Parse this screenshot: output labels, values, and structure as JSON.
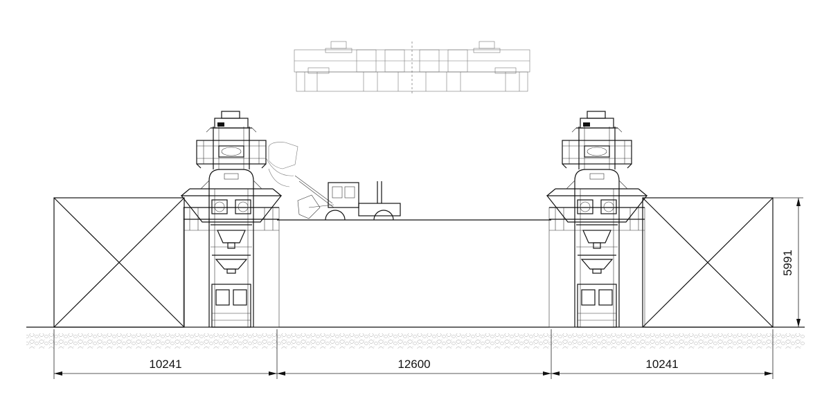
{
  "dimensions": {
    "left_width": "10241",
    "center_width": "12600",
    "right_width": "10241",
    "height": "5991"
  },
  "colors": {
    "line": "#111111",
    "ground_texture": "#999999",
    "background": "#ffffff"
  }
}
